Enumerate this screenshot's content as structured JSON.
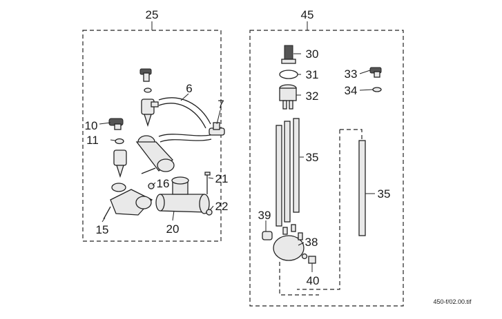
{
  "groups": [
    {
      "number": "25"
    },
    {
      "number": "45"
    }
  ],
  "callouts": [
    "6",
    "7",
    "10",
    "11",
    "15",
    "16",
    "20",
    "21",
    "22",
    "30",
    "31",
    "32",
    "33",
    "34",
    "35",
    "35",
    "38",
    "39",
    "40"
  ],
  "file_label": "450-f/02.00.tif"
}
